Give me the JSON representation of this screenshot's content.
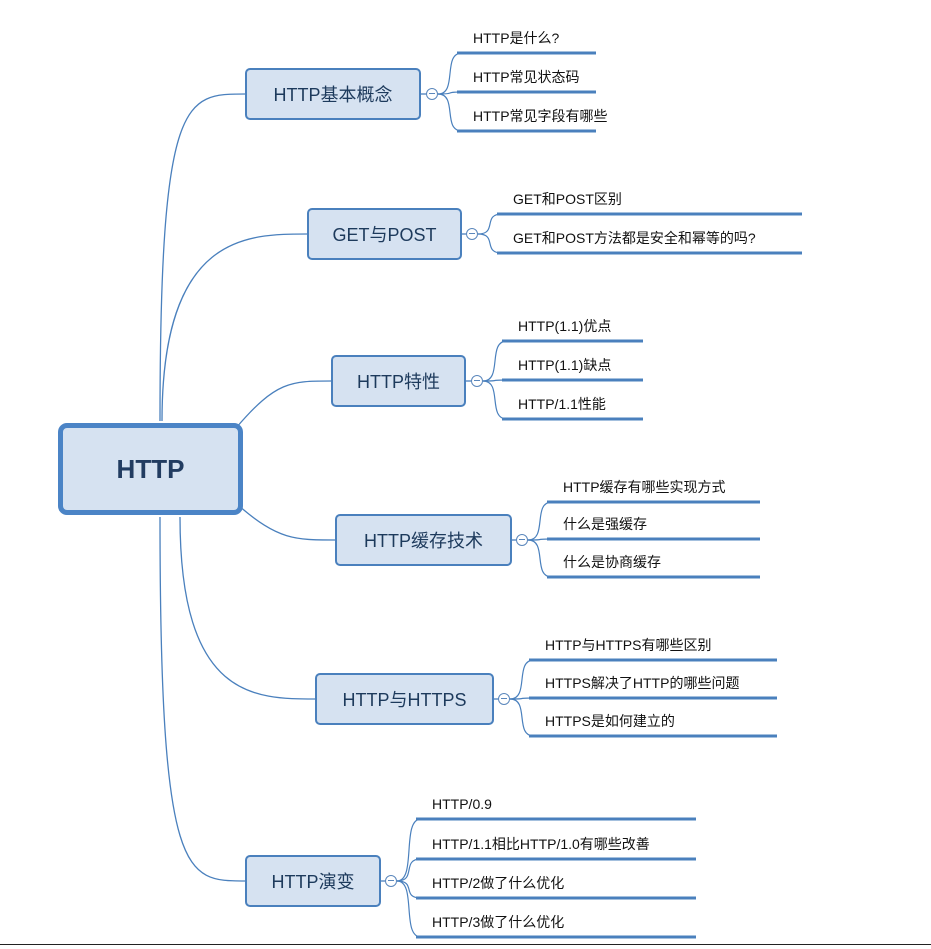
{
  "root": {
    "label": "HTTP"
  },
  "branches": [
    {
      "label": "HTTP基本概念",
      "children": [
        "HTTP是什么?",
        "HTTP常见状态码",
        "HTTP常见字段有哪些"
      ]
    },
    {
      "label": "GET与POST",
      "children": [
        "GET和POST区别",
        "GET和POST方法都是安全和幂等的吗?"
      ]
    },
    {
      "label": "HTTP特性",
      "children": [
        "HTTP(1.1)优点",
        "HTTP(1.1)缺点",
        "HTTP/1.1性能"
      ]
    },
    {
      "label": "HTTP缓存技术",
      "children": [
        "HTTP缓存有哪些实现方式",
        "什么是强缓存",
        "什么是协商缓存"
      ]
    },
    {
      "label": "HTTP与HTTPS",
      "children": [
        "HTTP与HTTPS有哪些区别",
        "HTTPS解决了HTTP的哪些问题",
        "HTTPS是如何建立的"
      ]
    },
    {
      "label": "HTTP演变",
      "children": [
        "HTTP/0.9",
        "HTTP/1.1相比HTTP/1.0有哪些改善",
        "HTTP/2做了什么优化",
        "HTTP/3做了什么优化"
      ]
    }
  ],
  "colors": {
    "line": "#4a80bd",
    "node_fill": "#d6e2f1",
    "node_text": "#1d3a5c",
    "leaf_text": "#111111"
  }
}
